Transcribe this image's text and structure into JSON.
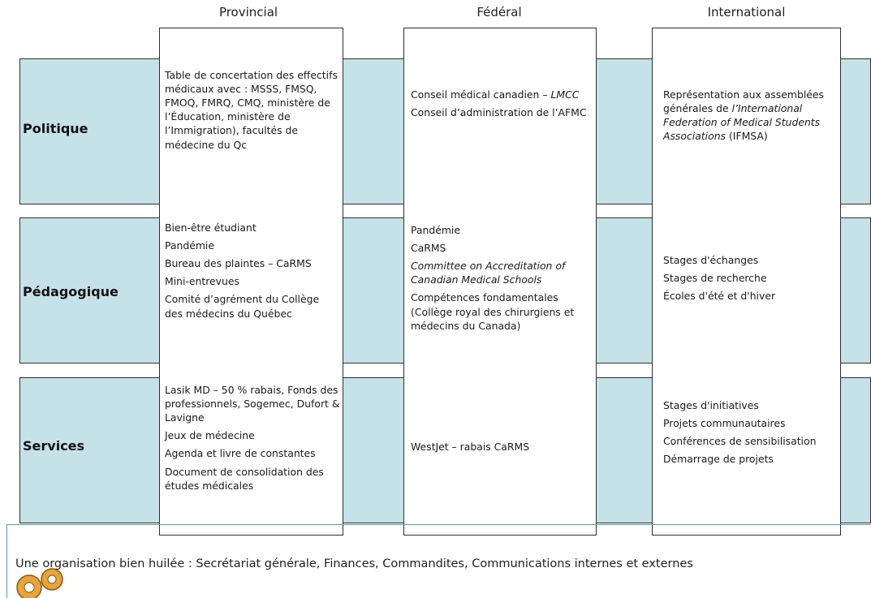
{
  "columns": {
    "provincial": "Provincial",
    "federal": "Fédéral",
    "international": "International"
  },
  "rows": {
    "politique": "Politique",
    "pedagogique": "Pédagogique",
    "services": "Services"
  },
  "cells": {
    "politique_provincial": [
      "Table de concertation des effectifs médicaux avec : MSSS, FMSQ, FMOQ, FMRQ, CMQ, ministère de l’Éducation, ministère de l’Immigration), facultés de médecine du Qc"
    ],
    "politique_federal": [
      "Conseil médical canadien – ",
      "LMCC",
      "Conseil d’administration de l’AFMC"
    ],
    "politique_international": [
      "Représentation aux assemblées générales de ",
      "l’International Federation of Medical Students Associations",
      " (IFMSA)"
    ],
    "pedagogique_provincial": [
      "Bien-être étudiant",
      "Pandémie",
      "Bureau des plaintes – CaRMS",
      "Mini-entrevues",
      "Comité d’agrément du Collège des médecins du Québec"
    ],
    "pedagogique_federal": [
      "Pandémie",
      "CaRMS",
      "Committee on Accreditation of Canadian Medical Schools",
      "Compétences fondamentales (Collège royal des chirurgiens et médecins du Canada)"
    ],
    "pedagogique_international": [
      "Stages d'échanges",
      "Stages de recherche",
      "Écoles d'été et d'hiver"
    ],
    "services_provincial": [
      "Lasik MD – 50 % rabais, Fonds des professionnels, Sogemec, Dufort & Lavigne",
      "Jeux de médecine",
      "Agenda et livre de constantes",
      "Document de consolidation des études médicales"
    ],
    "services_federal": [
      "WestJet – rabais CaRMS"
    ],
    "services_international": [
      "Stages d'initiatives",
      "Projets communautaires",
      "Conférences de sensibilisation",
      "Démarrage de projets"
    ]
  },
  "footer": {
    "text": "Une organisation bien huilée : Secrétariat générale, Finances, Commandites, Communications internes et externes"
  },
  "colors": {
    "band": "#c6e2e9",
    "border": "#2f2f2f",
    "footer_line": "#4fa3a8",
    "gear": "#e7a33d"
  },
  "icons": {
    "footer_icon": "gears-icon"
  }
}
